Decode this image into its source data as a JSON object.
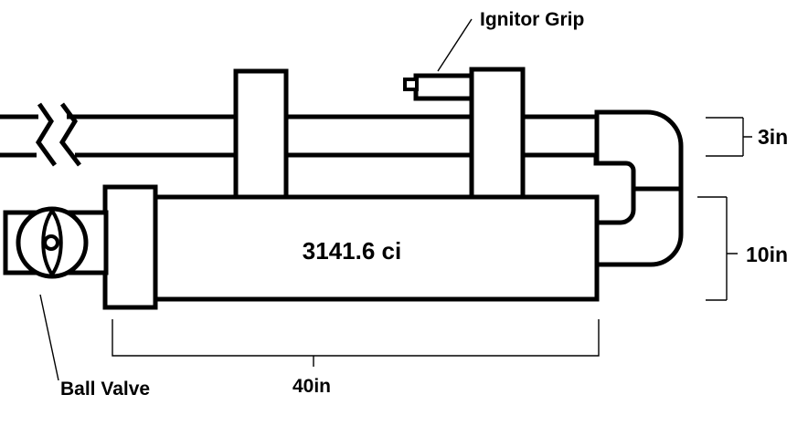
{
  "diagram": {
    "annotations": {
      "ignitor_grip": "Ignitor Grip",
      "ball_valve": "Ball Valve"
    },
    "chamber": {
      "volume_label": "3141.6 ci"
    },
    "dimensions": {
      "barrel_diameter": "3in",
      "chamber_diameter": "10in",
      "chamber_length": "40in"
    },
    "colors": {
      "line": "#000000",
      "background": "#ffffff"
    }
  }
}
